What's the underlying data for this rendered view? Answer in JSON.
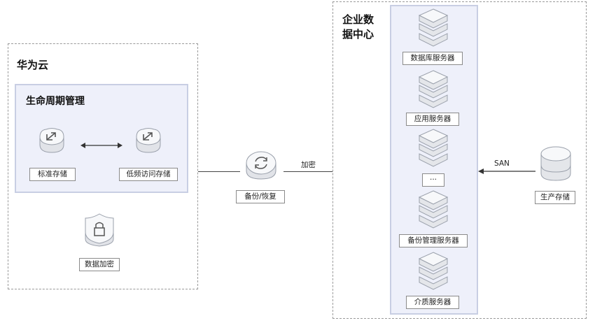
{
  "huawei_cloud": {
    "title": "华为云",
    "lifecycle": {
      "title": "生命周期管理",
      "standard_storage": "标准存储",
      "infrequent_storage": "低频访问存储"
    },
    "data_encryption": "数据加密"
  },
  "backup_restore": "备份/恢复",
  "encrypt_label": "加密",
  "datacenter": {
    "title_line1": "企业数",
    "title_line2": "据中心",
    "servers": {
      "database": "数据库服务器",
      "application": "应用服务器",
      "ellipsis": "···",
      "backup_mgmt": "备份管理服务器",
      "media": "介质服务器"
    }
  },
  "san_label": "SAN",
  "production_storage": "生产存储"
}
